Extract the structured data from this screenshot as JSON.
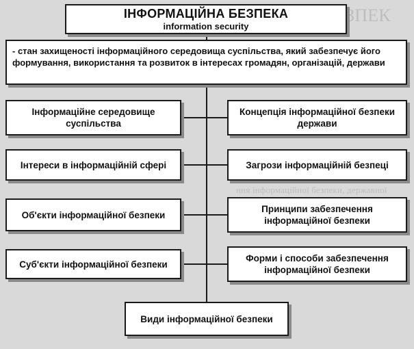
{
  "title": {
    "main": "ІНФОРМАЦІЙНА БЕЗПЕКА",
    "sub": "information security"
  },
  "definition": "- стан захищеності інформаційного середовища суспільства, який забезпечує його формування, використання та розвиток в інтересах громадян, організацій, держави",
  "left_boxes": [
    "Інформаційне середовище суспільства",
    "Інтереси в інформаційній сфері",
    "Об'єкти інформаційної безпеки",
    "Суб'єкти інформаційної безпеки"
  ],
  "right_boxes": [
    "Концепція інформаційної безпеки держави",
    "Загрози інформаційній безпеці",
    "Принципи забезпечення інформаційної безпеки",
    "Форми і способи забезпечення інформаційної безпеки"
  ],
  "bottom_box": "Види інформаційної безпеки",
  "colors": {
    "background": "#d9d9d9",
    "box_fill": "#ffffff",
    "border": "#1a1a1a",
    "shadow": "#8a8a8a"
  }
}
